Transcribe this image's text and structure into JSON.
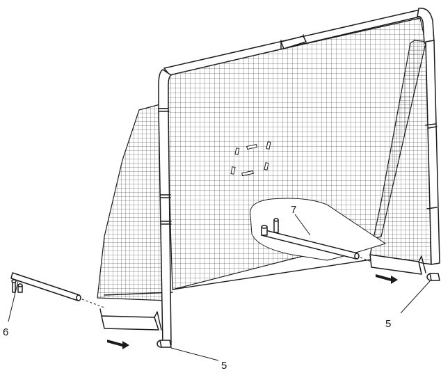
{
  "callouts": {
    "part_6": "6",
    "part_7": "7",
    "part_5_left": "5",
    "part_5_right": "5"
  }
}
